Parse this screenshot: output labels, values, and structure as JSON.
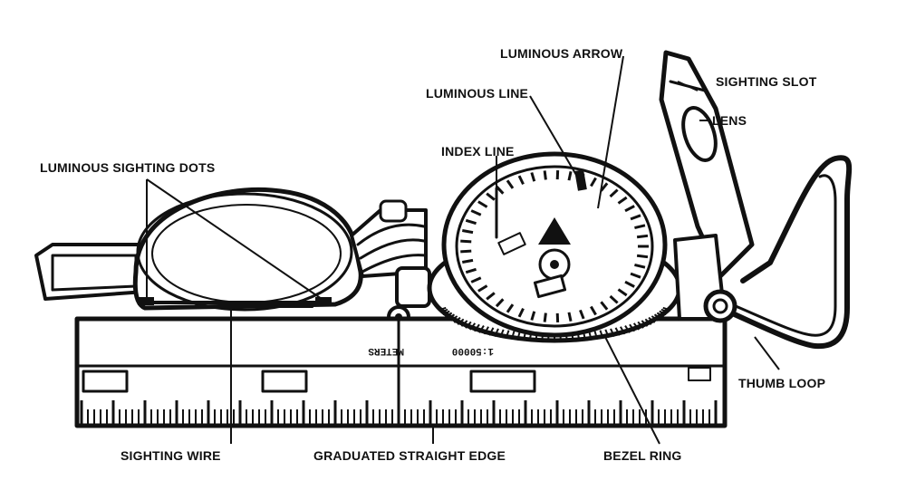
{
  "labels": {
    "luminous_arrow": "LUMINOUS ARROW",
    "sighting_slot": "SIGHTING SLOT",
    "luminous_line": "LUMINOUS LINE",
    "lens": "LENS",
    "index_line": "INDEX LINE",
    "luminous_sighting_dots": "LUMINOUS SIGHTING DOTS",
    "thumb_loop": "THUMB LOOP",
    "sighting_wire": "SIGHTING WIRE",
    "graduated_straight_edge": "GRADUATED STRAIGHT EDGE",
    "bezel_ring": "BEZEL RING"
  },
  "ruler_text": {
    "meters": "METERS",
    "scale": "1:50000"
  },
  "colors": {
    "ink": "#111111",
    "background": "#ffffff"
  }
}
